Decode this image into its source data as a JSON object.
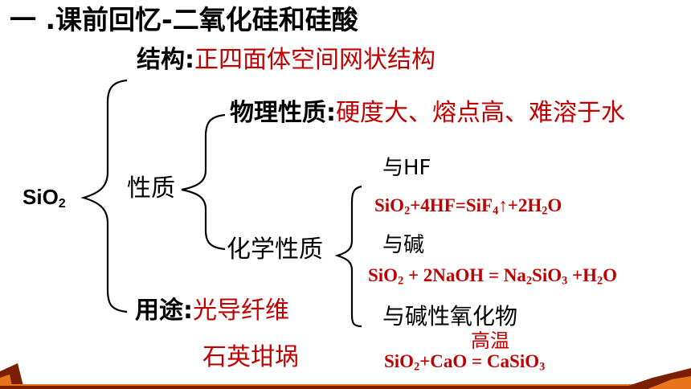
{
  "title": "一 .课前回忆-二氧化硅和硅酸",
  "root": {
    "pre": "SiO",
    "sub": "2"
  },
  "structure": {
    "label": "结构:",
    "value": "正四面体空间网状结构"
  },
  "properties_label": "性质",
  "physical": {
    "label": "物理性质:",
    "value": "硬度大、熔点高、难溶于水"
  },
  "chemical": {
    "label": "化学性质",
    "reactions": [
      {
        "title": "与HF",
        "eq": [
          "SiO",
          "2",
          "+4HF=SiF",
          "4",
          "↑+2H",
          "2",
          "O"
        ]
      },
      {
        "title": "与碱",
        "eq": [
          "SiO",
          "2",
          " + 2NaOH = Na",
          "2",
          "SiO",
          "3",
          " +H",
          "2",
          "O"
        ]
      },
      {
        "title": "与碱性氧化物",
        "condition": "高温",
        "eq": [
          "SiO",
          "2",
          "+CaO = CaSiO",
          "3"
        ]
      }
    ]
  },
  "uses": {
    "label": "用途:",
    "values": [
      "光导纤维",
      "石英坩埚"
    ]
  },
  "colors": {
    "accent_red": "#c00000",
    "banner_dark": "#7a1f00",
    "banner_orange": "#e8741c"
  }
}
